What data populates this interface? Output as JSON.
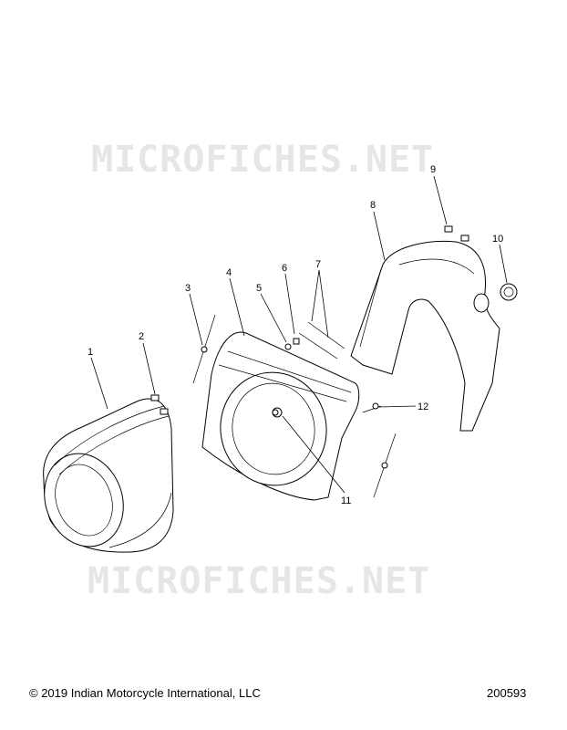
{
  "watermark": "MICROFICHES.NET",
  "callouts": [
    "1",
    "2",
    "3",
    "4",
    "5",
    "6",
    "7",
    "8",
    "9",
    "10",
    "11",
    "12"
  ],
  "footer": {
    "copyright": "© 2019 Indian Motorcycle International, LLC",
    "figure_number": "200593"
  }
}
